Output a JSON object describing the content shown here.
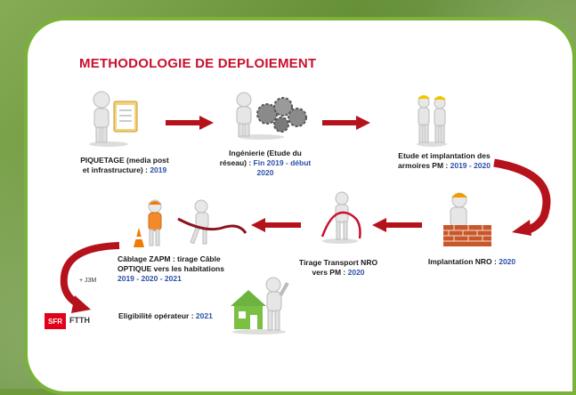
{
  "title": "METHODOLOGIE DE DEPLOIEMENT",
  "steps": [
    {
      "text": "PIQUETAGE (media post et infrastructure) :",
      "year": "2019"
    },
    {
      "text": "Ingénierie (Etude du réseau) :",
      "year": "Fin 2019 - début 2020"
    },
    {
      "text": "Etude et implantation des armoires PM :",
      "year": "2019 - 2020"
    },
    {
      "text": "Implantation NRO :",
      "year": "2020"
    },
    {
      "text": "Tirage Transport NRO vers PM :",
      "year": "2020"
    },
    {
      "text": "Câblage ZAPM : tirage Câble OPTIQUE vers les habitations",
      "year": "2019 - 2020 - 2021"
    },
    {
      "text": "Eligibilité opérateur :",
      "year": "2021"
    }
  ],
  "j3m": "+ J3M",
  "logo": {
    "brand": "SFR",
    "label": "FTTH"
  },
  "colors": {
    "accent": "#c8102e",
    "year": "#2b4fa8",
    "border": "#7bb23a"
  }
}
